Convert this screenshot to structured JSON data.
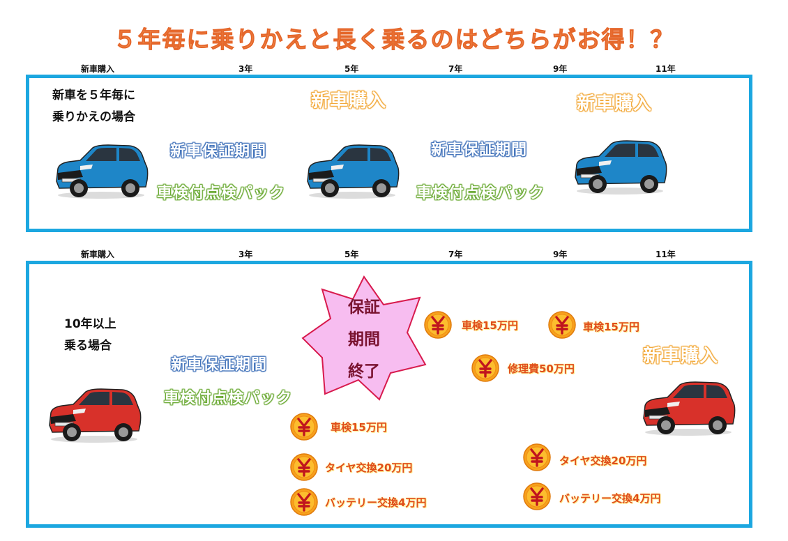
{
  "title": "５年毎に乗りかえと長く乗るのはどちらがお得！？",
  "timeline_labels": [
    "新車購入",
    "3年",
    "5年",
    "7年",
    "9年",
    "11年"
  ],
  "case_five_year": {
    "label_lines": [
      "新車を５年毎に",
      "乗りかえの場合"
    ],
    "new_purchase": "新車購入",
    "warranty": "新車保証期間",
    "inspection_pack": "車検付点検パック"
  },
  "case_ten_year": {
    "label_lines": [
      "10年以上",
      "乗る場合"
    ],
    "warranty": "新車保証期間",
    "inspection_pack": "車検付点検パック",
    "warranty_end": [
      "保証",
      "期間",
      "終了"
    ],
    "new_purchase": "新車購入",
    "costs": {
      "inspection_5y": "車検15万円",
      "tire_5y": "タイヤ交換20万円",
      "battery_5y": "バッテリー交換4万円",
      "inspection_7y": "車検15万円",
      "repair_7y": "修理費50万円",
      "inspection_9y": "車検15万円",
      "tire_9y": "タイヤ交換20万円",
      "battery_9y": "バッテリー交換4万円"
    }
  },
  "icons": {
    "coin": "yen-coin-icon",
    "car": "car-icon"
  },
  "colors": {
    "title": "#f39a5a",
    "panel_border": "#1ca7e0",
    "warranty_outline": "#3d6fb8",
    "inspection_outline": "#68a830",
    "purchase_outline": "#f2a93a",
    "cost_text": "#e04d1a",
    "coin_fill": "#f7a11c",
    "star_fill": "#f7bdf0",
    "star_stroke": "#d81b4e",
    "car_blue": "#1e86c8",
    "car_red": "#d8312a"
  }
}
